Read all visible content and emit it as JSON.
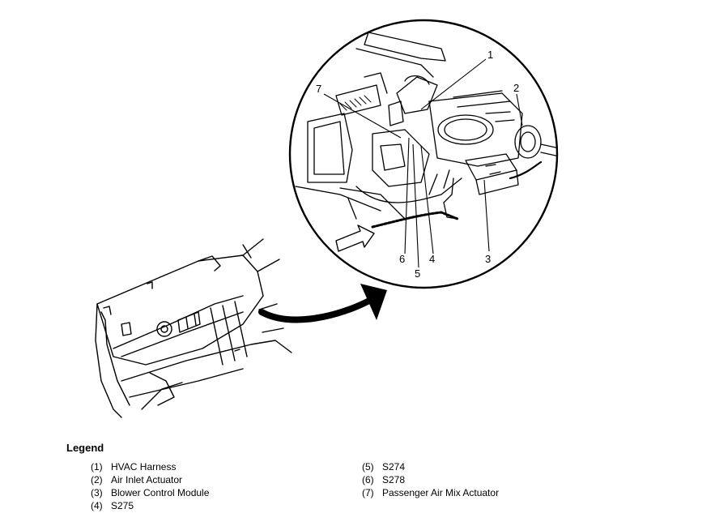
{
  "callouts": [
    "1",
    "2",
    "3",
    "4",
    "5",
    "6",
    "7"
  ],
  "legend": {
    "title": "Legend",
    "items": [
      {
        "num": "(1)",
        "label": "HVAC Harness"
      },
      {
        "num": "(2)",
        "label": "Air Inlet Actuator"
      },
      {
        "num": "(3)",
        "label": "Blower Control Module"
      },
      {
        "num": "(4)",
        "label": "S275"
      },
      {
        "num": "(5)",
        "label": "S274"
      },
      {
        "num": "(6)",
        "label": "S278"
      },
      {
        "num": "(7)",
        "label": "Passenger Air Mix Actuator"
      }
    ]
  }
}
